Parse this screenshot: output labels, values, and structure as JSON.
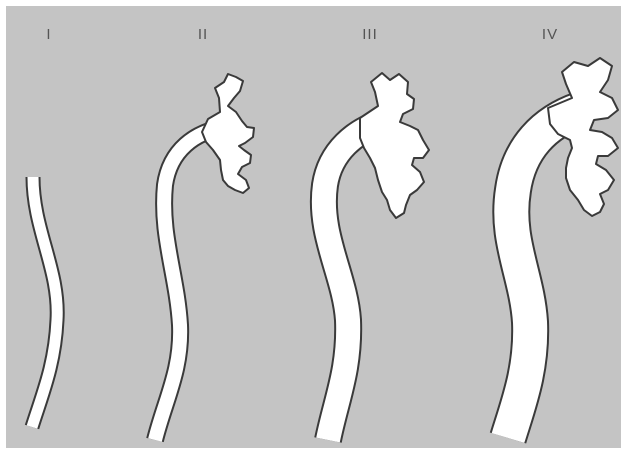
{
  "diagram": {
    "background_color": "#c4c4c4",
    "shape_color": "#ffffff",
    "outline_color": "#3a3a3a",
    "stages": [
      {
        "label": "I"
      },
      {
        "label": "II"
      },
      {
        "label": "III"
      },
      {
        "label": "IV"
      }
    ]
  }
}
